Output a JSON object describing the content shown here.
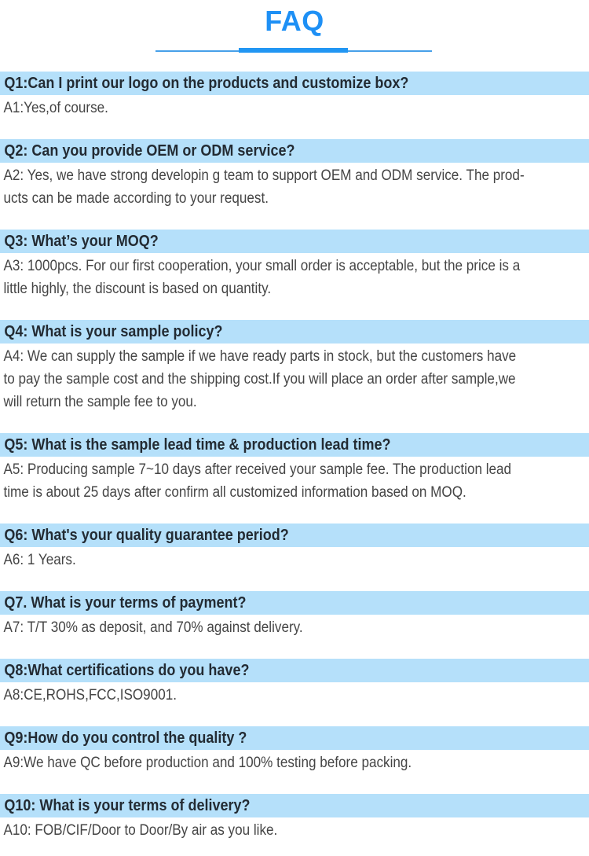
{
  "header": {
    "title": "FAQ"
  },
  "colors": {
    "title_blue": "#1e90f5",
    "divider_thin_blue": "#47a0e9",
    "divider_thick_blue": "#2196f3",
    "question_bar_bg": "#b5e0fa",
    "question_text": "#232b33",
    "answer_text": "#454545"
  },
  "faq": {
    "items": [
      {
        "question": "Q1:Can I print our logo on the products and customize box?",
        "answer": "A1:Yes,of course."
      },
      {
        "question": "Q2: Can you provide OEM or ODM service?",
        "answer": "A2: Yes, we have strong developin g team to support OEM and ODM service. The prod-\nucts can be made according to your request."
      },
      {
        "question": "Q3: What’s your MOQ?",
        "answer": "A3: 1000pcs. For our first cooperation, your small order is acceptable, but the price is a\nlittle highly, the discount is based on quantity."
      },
      {
        "question": "Q4: What is your sample policy?",
        "answer": "A4: We can supply the sample if we have ready parts in stock, but the customers have\nto pay the sample cost and the shipping cost.If you will place an order after sample,we\nwill return the sample fee to you."
      },
      {
        "question": "Q5: What is the sample lead time & production lead time?",
        "answer": "A5: Producing sample 7~10 days after received your sample fee. The production lead\ntime is about 25 days after confirm all customized information based on MOQ."
      },
      {
        "question": "Q6: What's your quality guarantee period?",
        "answer": "A6: 1 Years."
      },
      {
        "question": "Q7. What is your terms of payment?",
        "answer": "A7: T/T 30% as deposit, and 70% against delivery."
      },
      {
        "question": "Q8:What certifications do you have?",
        "answer": "A8:CE,ROHS,FCC,ISO9001."
      },
      {
        "question": "Q9:How do you control the quality ?",
        "answer": "A9:We have QC before production and 100% testing before packing."
      },
      {
        "question": "Q10: What is your terms of delivery?",
        "answer": "A10: FOB/CIF/Door to Door/By air as you like."
      }
    ]
  }
}
